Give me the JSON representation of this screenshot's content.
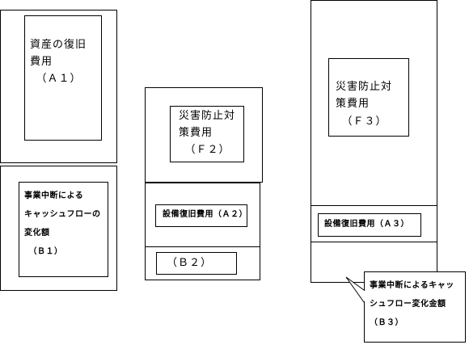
{
  "diagram": {
    "column1": {
      "asset_recovery": {
        "text": "資産の復旧\n費用\n　（Ａ１）"
      },
      "cashflow_change": {
        "text": "事業中断による\nキャッシュフローの\n変化額\n　（Ｂ１）"
      }
    },
    "column2": {
      "disaster_prevention": {
        "text": "災害防止対\n策費用\n　（Ｆ２）"
      },
      "equipment_recovery": {
        "text": "設備復旧費用（Ａ２）"
      },
      "b2": {
        "text": "（Ｂ２）"
      }
    },
    "column3": {
      "disaster_prevention": {
        "text": "災害防止対\n策費用\n　（Ｆ３）"
      },
      "equipment_recovery": {
        "text": "設備復旧費用（Ａ３）"
      },
      "callout": {
        "text": "事業中断によるキャッ\nシュフロー変化金額\n（Ｂ３）"
      }
    }
  }
}
